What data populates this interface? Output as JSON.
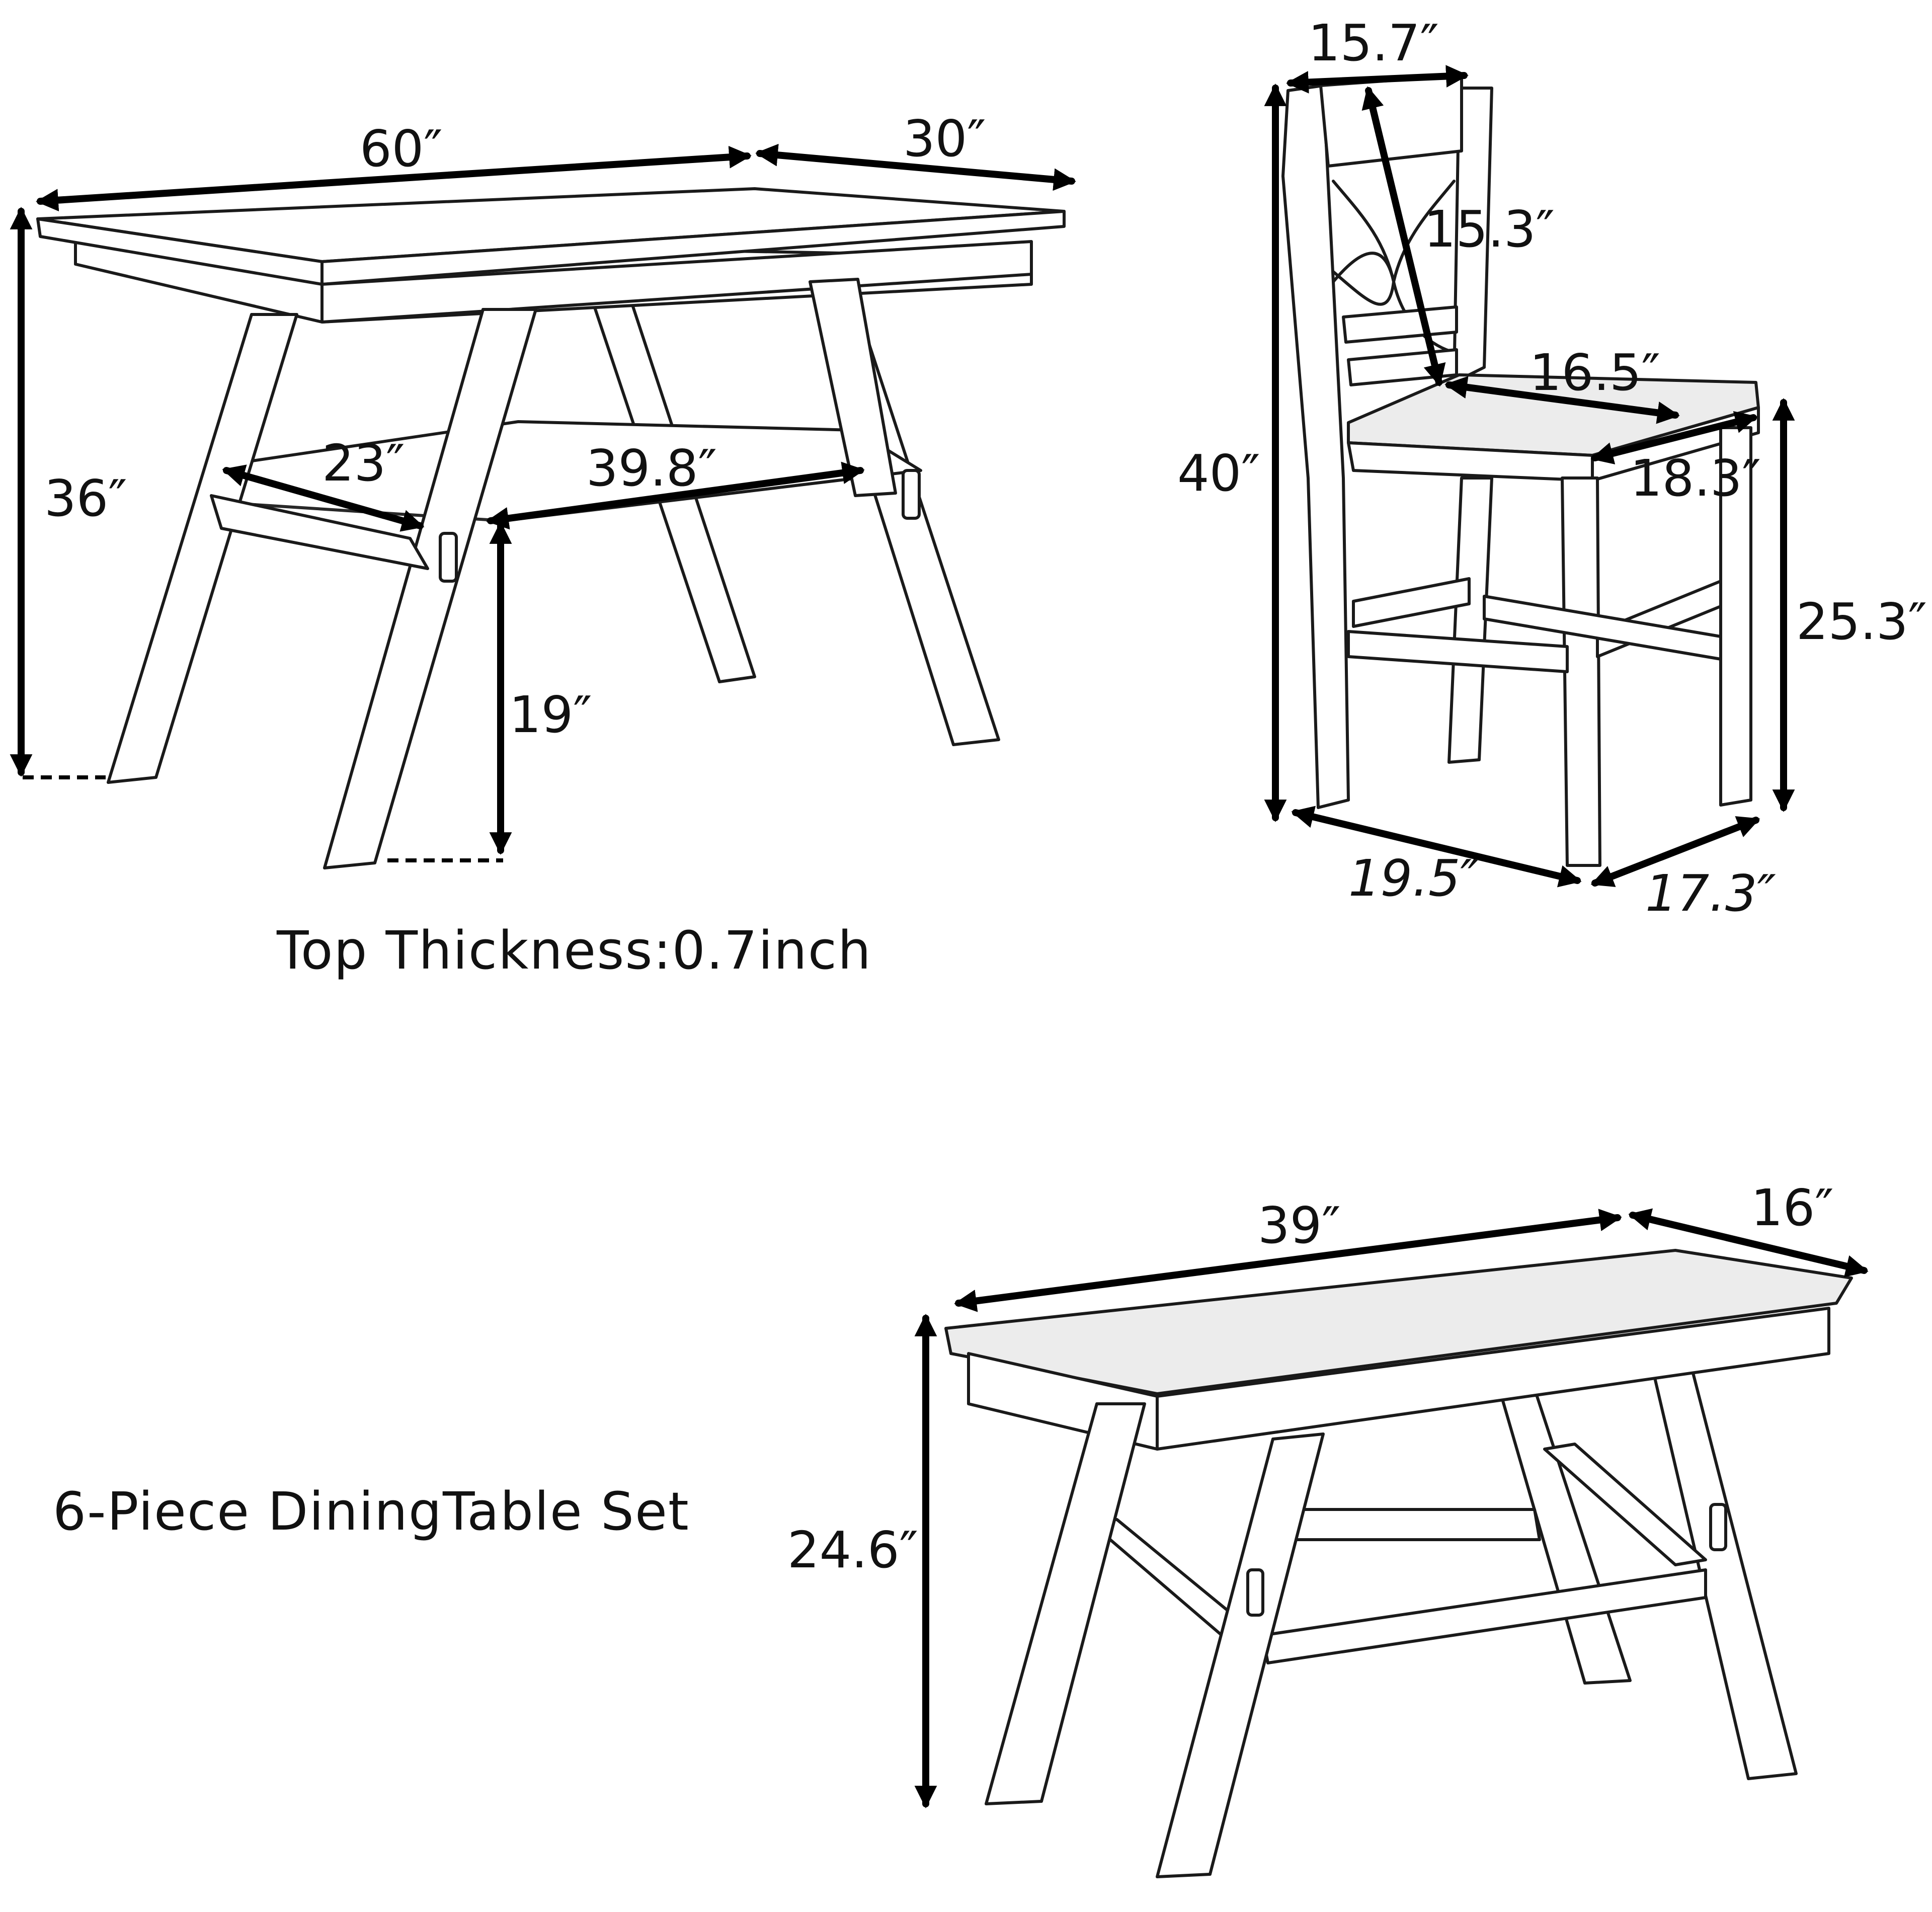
{
  "table": {
    "dims": {
      "length": "60″",
      "width": "30″",
      "height": "36″",
      "shelf_depth": "23″",
      "shelf_length": "39.8″",
      "shelf_height": "19″"
    },
    "top_thickness": "Top Thickness:0.7inch"
  },
  "chair": {
    "dims": {
      "back_width": "15.7″",
      "back_height": "15.3″",
      "total_height": "40″",
      "seat_width": "16.5″",
      "seat_depth": "18.3″",
      "seat_height": "25.3″",
      "base_width": "19.5″",
      "base_depth": "17.3″"
    }
  },
  "bench": {
    "dims": {
      "length": "39″",
      "depth": "16″",
      "height": "24.6″"
    }
  },
  "set_title": "6-Piece DiningTable Set",
  "colors": {
    "line": "#1a1a1a",
    "arrow": "#000000",
    "cushion": "#ececec",
    "background": "#ffffff"
  }
}
